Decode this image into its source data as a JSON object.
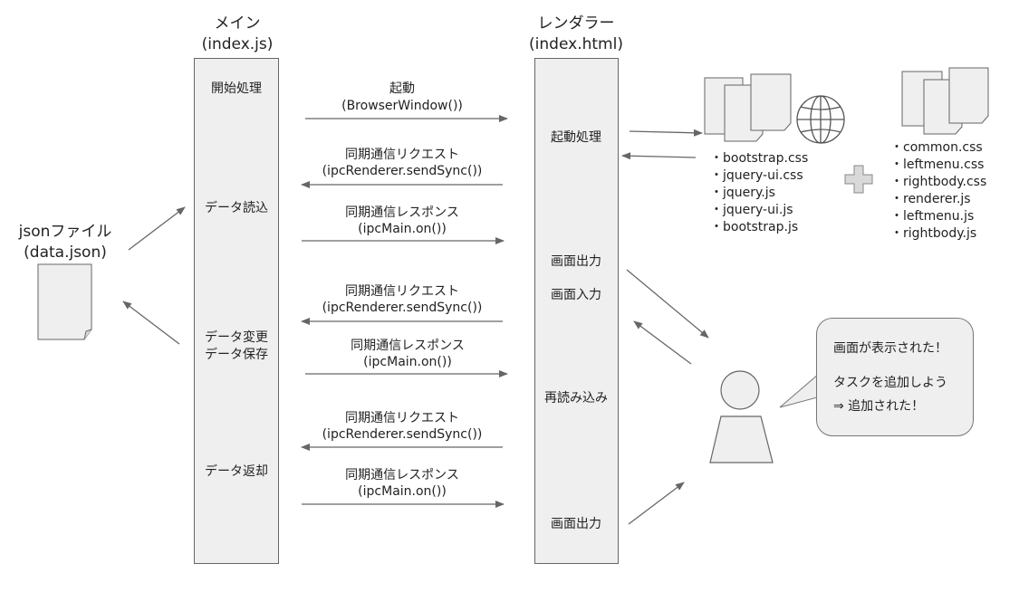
{
  "main": {
    "title": "メイン",
    "subtitle": "(index.js)",
    "steps": {
      "start": "開始処理",
      "read": "データ読込",
      "change": "データ変更",
      "save": "データ保存",
      "return": "データ返却"
    }
  },
  "renderer": {
    "title": "レンダラー",
    "subtitle": "(index.html)",
    "steps": {
      "launch": "起動処理",
      "output1": "画面出力",
      "input": "画面入力",
      "reload": "再読み込み",
      "output2": "画面出力"
    }
  },
  "json_file": {
    "title": "jsonファイル",
    "subtitle": "(data.json)"
  },
  "messages": {
    "launch": {
      "label": "起動",
      "sub": "(BrowserWindow())"
    },
    "req1": {
      "label": "同期通信リクエスト",
      "sub": "(ipcRenderer.sendSync())"
    },
    "res1": {
      "label": "同期通信レスポンス",
      "sub": "(ipcMain.on())"
    },
    "req2": {
      "label": "同期通信リクエスト",
      "sub": "(ipcRenderer.sendSync())"
    },
    "res2": {
      "label": "同期通信レスポンス",
      "sub": "(ipcMain.on())"
    },
    "req3": {
      "label": "同期通信リクエスト",
      "sub": "(ipcRenderer.sendSync())"
    },
    "res3": {
      "label": "同期通信レスポンス",
      "sub": "(ipcMain.on())"
    }
  },
  "external_files": [
    "・bootstrap.css",
    "・jquery-ui.css",
    "・jquery.js",
    "・jquery-ui.js",
    "・bootstrap.js"
  ],
  "local_files": [
    "・common.css",
    "・leftmenu.css",
    "・rightbody.css",
    "・renderer.js",
    "・leftmenu.js",
    "・rightbody.js"
  ],
  "speech": {
    "line1": "画面が表示された！",
    "line2": "タスクを追加しよう",
    "line3": "⇒ 追加された！"
  },
  "icons": {
    "plus": "plus-icon",
    "globe": "globe-icon",
    "document": "document-icon",
    "user": "user-icon"
  },
  "colors": {
    "lane_fill": "#efefef",
    "line": "#666666"
  }
}
